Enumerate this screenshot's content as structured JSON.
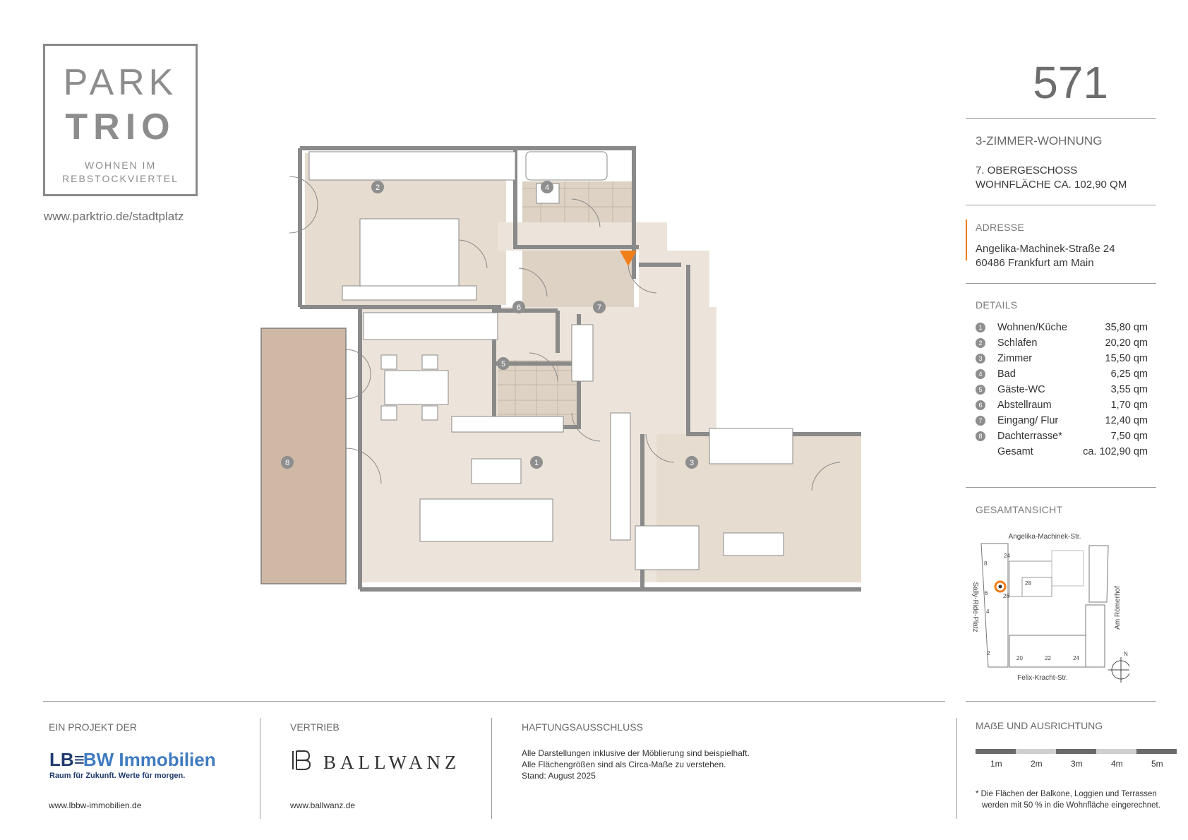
{
  "brand": {
    "logo_line1": "PARK",
    "logo_line2": "TRIO",
    "logo_sub1": "WOHNEN IM",
    "logo_sub2": "REBSTOCKVIERTEL",
    "url": "www.parktrio.de/stadtplatz"
  },
  "apartment": {
    "number": "571",
    "type": "3-ZIMMER-WOHNUNG",
    "floor": "7. OBERGESCHOSS",
    "area": "WOHNFLÄCHE CA. 102,90 QM"
  },
  "address": {
    "heading": "ADRESSE",
    "line1": "Angelika-Machinek-Straße 24",
    "line2": "60486 Frankfurt am Main"
  },
  "details": {
    "heading": "DETAILS",
    "rows": [
      {
        "num": "1",
        "label": "Wohnen/Küche",
        "value": "35,80 qm"
      },
      {
        "num": "2",
        "label": "Schlafen",
        "value": "20,20 qm"
      },
      {
        "num": "3",
        "label": "Zimmer",
        "value": "15,50 qm"
      },
      {
        "num": "4",
        "label": "Bad",
        "value": "6,25 qm"
      },
      {
        "num": "5",
        "label": "Gäste-WC",
        "value": "3,55 qm"
      },
      {
        "num": "6",
        "label": "Abstellraum",
        "value": "1,70 qm"
      },
      {
        "num": "7",
        "label": "Eingang/ Flur",
        "value": "12,40 qm"
      },
      {
        "num": "8",
        "label": "Dachterrasse*",
        "value": "7,50 qm"
      }
    ],
    "total_label": "Gesamt",
    "total_value": "ca. 102,90 qm"
  },
  "site_plan": {
    "heading": "GESAMTANSICHT",
    "street_top": "Angelika-Machinek-Str.",
    "street_bottom": "Felix-Kracht-Str.",
    "street_left": "Sally-Ride-Platz",
    "street_right": "Am Römerhof",
    "house_numbers": [
      "24",
      "8",
      "6",
      "26",
      "4",
      "28",
      "2",
      "20",
      "22",
      "24"
    ],
    "north": "N"
  },
  "plan_rooms": [
    {
      "num": "1"
    },
    {
      "num": "2"
    },
    {
      "num": "3"
    },
    {
      "num": "4"
    },
    {
      "num": "5"
    },
    {
      "num": "6"
    },
    {
      "num": "7"
    },
    {
      "num": "8"
    }
  ],
  "footer": {
    "project_heading": "EIN PROJEKT DER",
    "lbbw_name_a": "LB",
    "lbbw_name_b": "BW Immobilien",
    "lbbw_slogan": "Raum für Zukunft. Werte für morgen.",
    "lbbw_url": "www.lbbw-immobilien.de",
    "vertrieb_heading": "VERTRIEB",
    "ballwanz_name": "BALLWANZ",
    "ballwanz_url": "www.ballwanz.de",
    "haftung_heading": "HAFTUNGSAUSSCHLUSS",
    "haftung_line1": "Alle Darstellungen inklusive der Möblierung sind beispielhaft.",
    "haftung_line2": "Alle Flächengrößen sind als Circa-Maße zu verstehen.",
    "haftung_line3": "Stand: August 2025",
    "scale_heading": "MAẞE UND AUSRICHTUNG",
    "scale_labels": [
      "1m",
      "2m",
      "3m",
      "4m",
      "5m"
    ],
    "note_line1": "* Die Flächen der Balkone, Loggien und Terrassen",
    "note_line2": "werden mit 50 % in die Wohnfläche eingerechnet."
  },
  "colors": {
    "room_fill": "#ece4da",
    "bedroom_fill": "#e6dccf",
    "terrace_fill": "#cfb9a5",
    "tile_fill": "#ddd2c4",
    "accent_orange": "#f07f1a",
    "wall": "#8a8a8a",
    "badge": "#8e8e8e"
  }
}
